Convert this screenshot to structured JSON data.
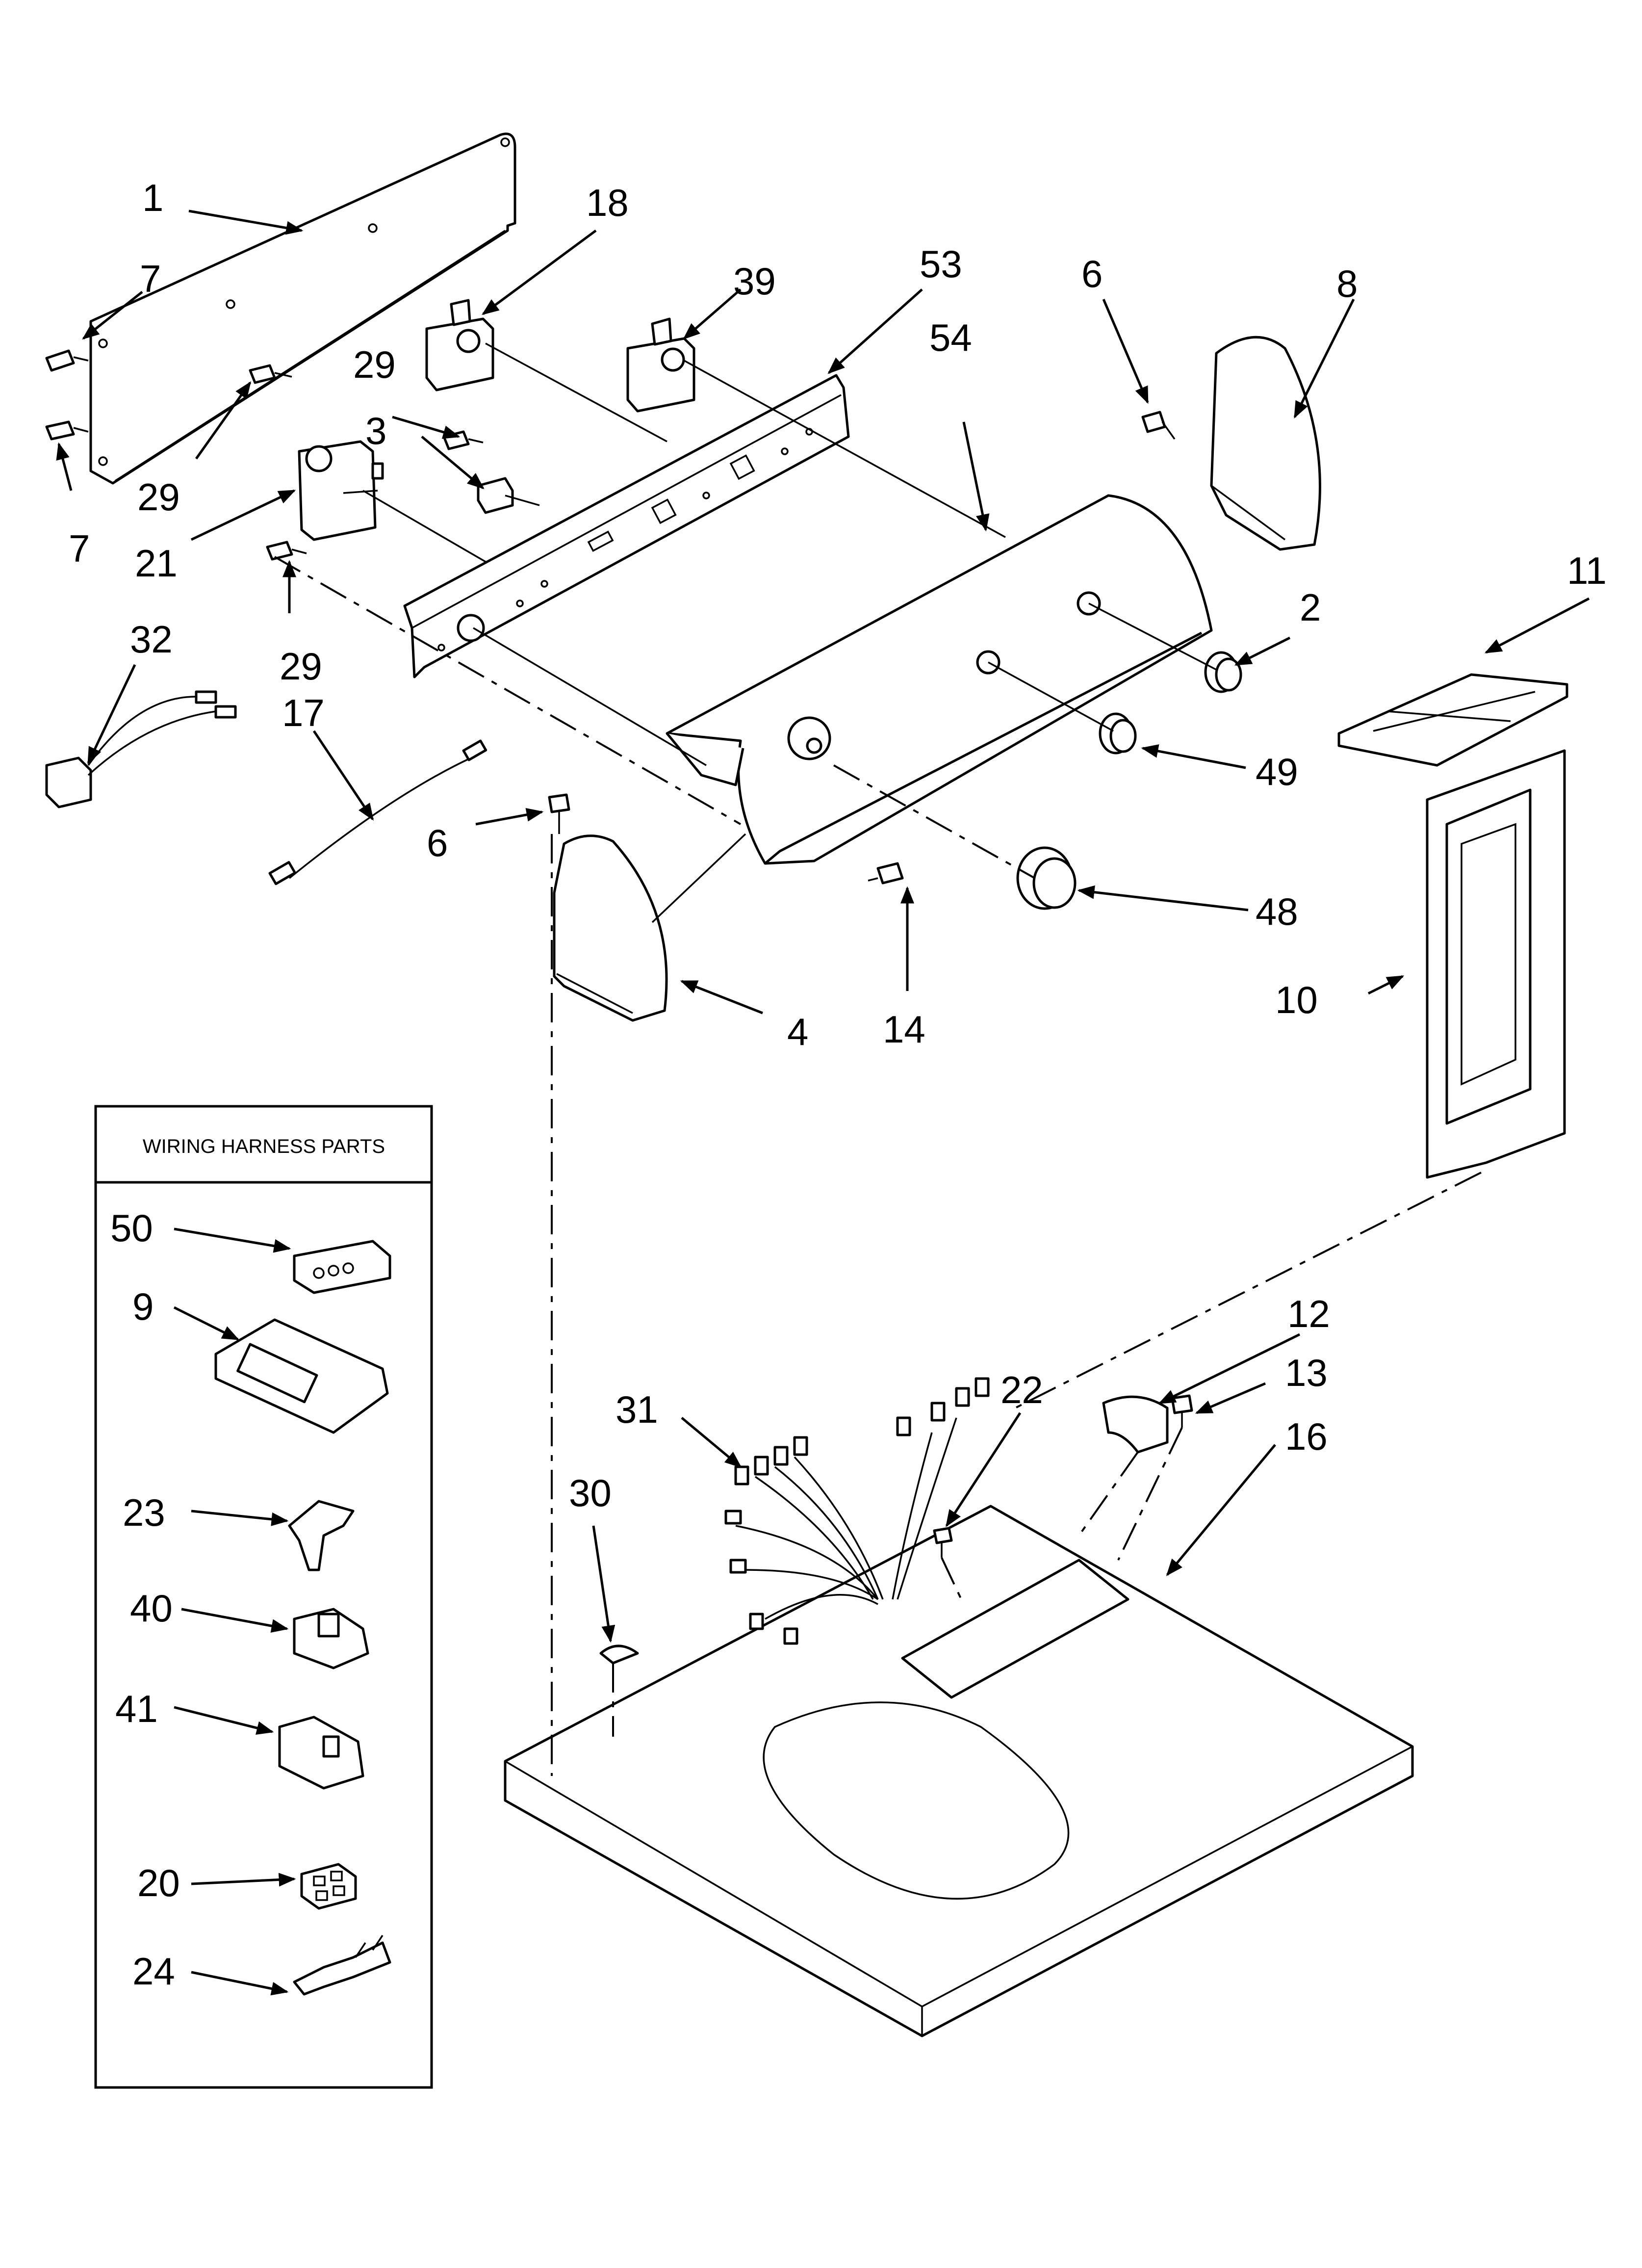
{
  "title": "",
  "inset_box": {
    "title": "WIRING HARNESS PARTS"
  },
  "labels": {
    "p1": "1",
    "p18": "18",
    "p39": "39",
    "p53": "53",
    "p6a": "6",
    "p8": "8",
    "p7a": "7",
    "p7b": "7",
    "p29a": "29",
    "p29b": "29",
    "p29c": "29",
    "p3": "3",
    "p54": "54",
    "p21": "21",
    "p32": "32",
    "p2": "2",
    "p11": "11",
    "p17": "17",
    "p49": "49",
    "p6b": "6",
    "p48": "48",
    "p10": "10",
    "p4": "4",
    "p14": "14",
    "p50": "50",
    "p9": "9",
    "p12": "12",
    "p13": "13",
    "p31": "31",
    "p22": "22",
    "p16": "16",
    "p30": "30",
    "p23": "23",
    "p40": "40",
    "p41": "41",
    "p20": "20",
    "p24": "24"
  },
  "colors": {
    "line": "#000000",
    "background": "#ffffff"
  }
}
